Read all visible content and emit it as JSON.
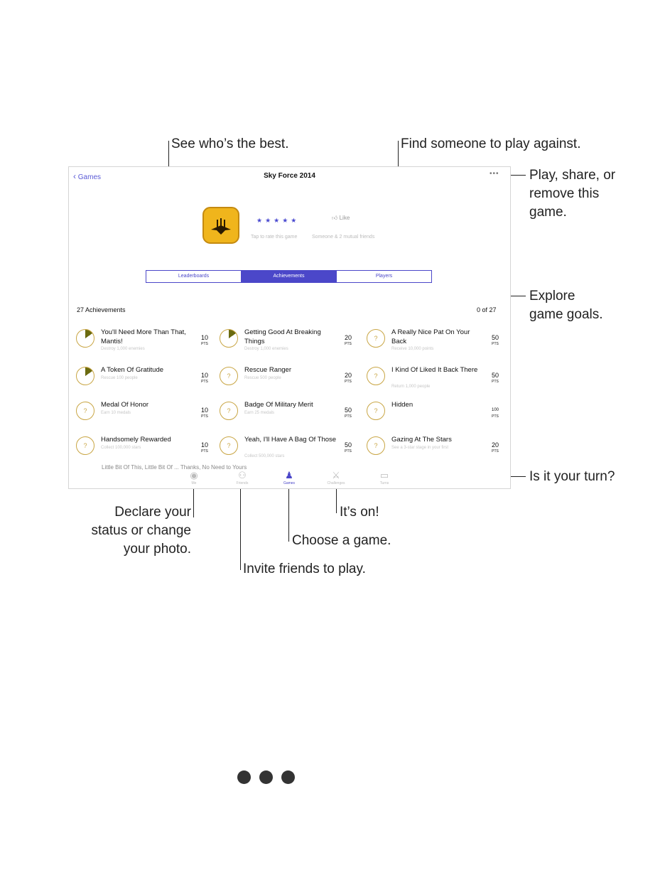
{
  "app": {
    "back_label": "Games",
    "title": "Sky Force 2014",
    "more_label": "•••",
    "rating_stars": "★★★★★",
    "like_label": "Like",
    "sub_left": "Tap to rate this game",
    "sub_right": "Someone & 2 mutual friends"
  },
  "segments": [
    "Leaderboards",
    "Achievements",
    "Players"
  ],
  "active_segment": 1,
  "achievements_header": "27 Achievements",
  "achievements_progress": "0 of 27",
  "achievements": [
    {
      "title": "You'll Need More Than That, Mantis!",
      "sub": "Destroy 1,000 enemies",
      "pts": "10",
      "ring": "progress"
    },
    {
      "title": "Getting Good At Breaking Things",
      "sub": "Destroy 1,000 enemies",
      "pts": "20",
      "ring": "progress"
    },
    {
      "title": "A Really Nice Pat On Your Back",
      "sub": "Receive 10,000 points",
      "pts": "50",
      "ring": "?"
    },
    {
      "title": "A Token Of Gratitude",
      "sub": "Rescue 100 people",
      "pts": "10",
      "ring": "progress"
    },
    {
      "title": "Rescue Ranger",
      "sub": "Rescue 500 people",
      "pts": "20",
      "ring": "?"
    },
    {
      "title": "I Kind Of Liked It Back There",
      "sub": "Return 1,000 people",
      "pts": "50",
      "ring": "?"
    },
    {
      "title": "Medal Of Honor",
      "sub": "Earn 10 medals",
      "pts": "10",
      "ring": "?"
    },
    {
      "title": "Badge Of Military Merit",
      "sub": "Earn 25 medals",
      "pts": "50",
      "ring": "?"
    },
    {
      "title": "Hidden",
      "sub": "",
      "pts": "100",
      "ring": "?"
    },
    {
      "title": "Handsomely Rewarded",
      "sub": "Collect 100,000 stars",
      "pts": "10",
      "ring": "?"
    },
    {
      "title": "Yeah, I'll Have A Bag Of Those",
      "sub": "Collect 500,000 stars",
      "pts": "50",
      "ring": "?"
    },
    {
      "title": "Gazing At The Stars",
      "sub": "See a 3-star stage in your first",
      "pts": "20",
      "ring": "?"
    }
  ],
  "pts_unit": "PTS",
  "cut_row_text": "Little Bit Of This, Little Bit Of ...           Thanks, No Need to Yours",
  "tabs": [
    {
      "icon": "◉",
      "label": "Me"
    },
    {
      "icon": "⚇",
      "label": "Friends"
    },
    {
      "icon": "♟",
      "label": "Games"
    },
    {
      "icon": "⚔",
      "label": "Challenges"
    },
    {
      "icon": "▭",
      "label": "Turns"
    }
  ],
  "active_tab": 2,
  "callouts": {
    "leaderboard": "See who’s the best.",
    "players": "Find someone to play against.",
    "more": "Play, share, or\nremove this\ngame.",
    "achievements": "Explore\ngame goals.",
    "turns": "Is it your turn?",
    "me": "Declare your\nstatus or change\nyour photo.",
    "challenges": "It’s on!",
    "games": "Choose a game.",
    "friends": "Invite friends to play."
  },
  "colors": {
    "accent": "#4b47c9",
    "icon_bg": "#f0b51c",
    "ring": "#c9a645"
  }
}
